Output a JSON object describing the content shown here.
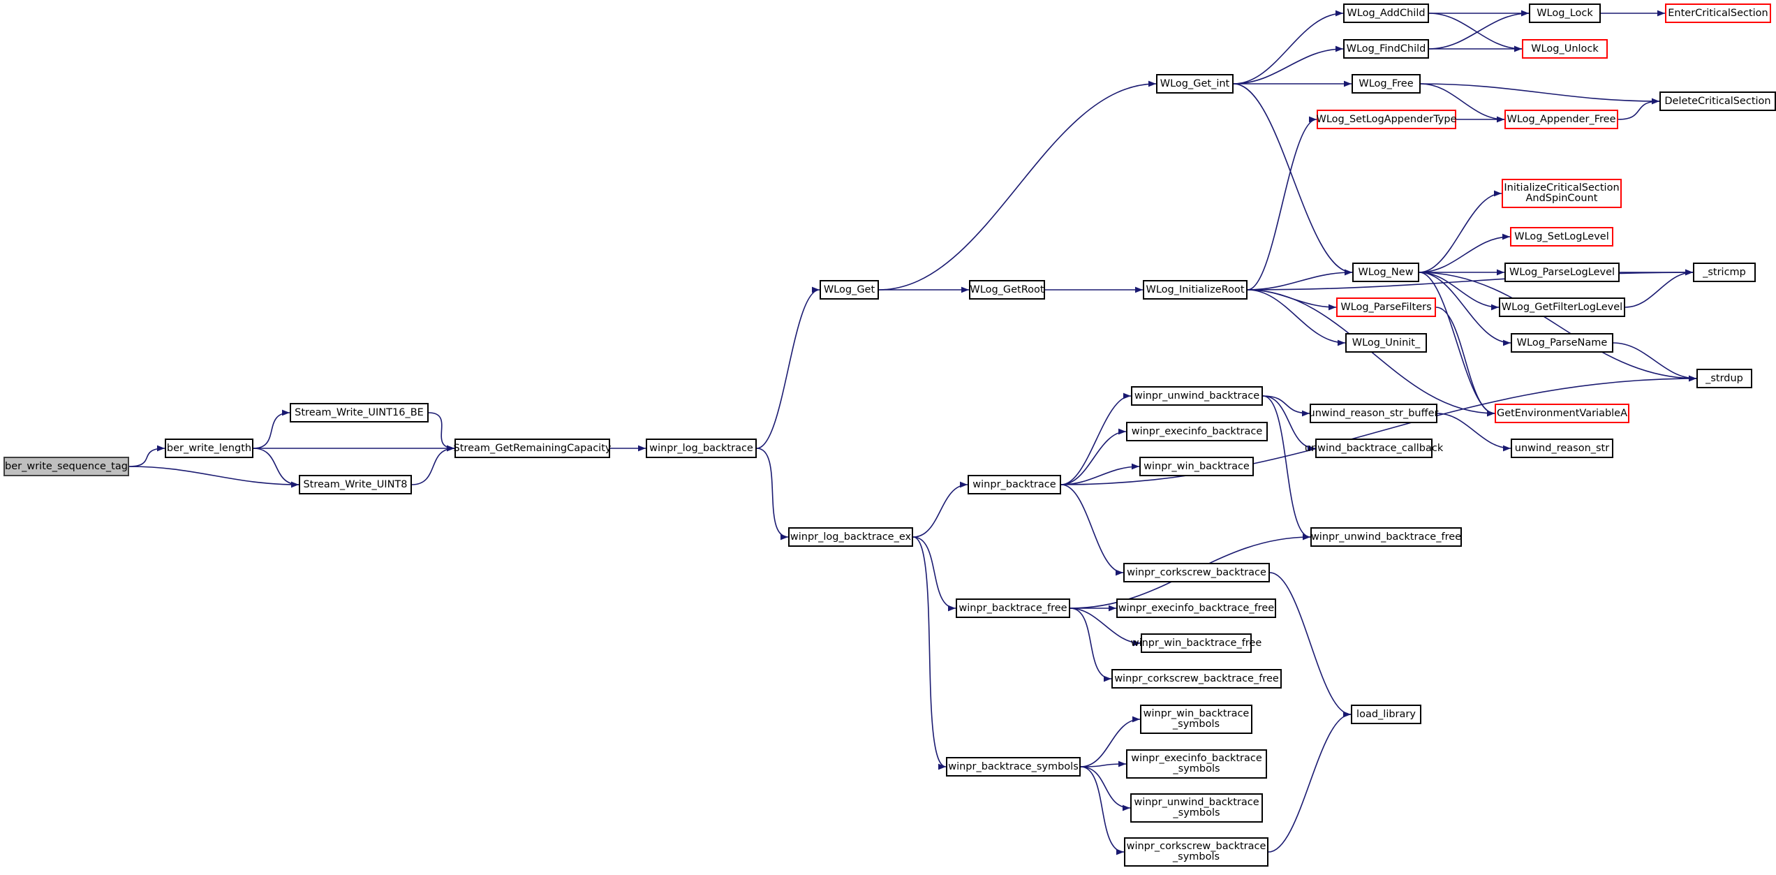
{
  "graph": {
    "edge_color": "#191970",
    "nodes": [
      {
        "id": "n0",
        "label": "ber_write_sequence_tag",
        "current": true
      },
      {
        "id": "n1",
        "label": "ber_write_length"
      },
      {
        "id": "n2",
        "label": "Stream_Write_UINT16_BE"
      },
      {
        "id": "n3",
        "label": "Stream_GetRemainingCapacity"
      },
      {
        "id": "n4",
        "label": "Stream_Write_UINT8"
      },
      {
        "id": "n5",
        "label": "winpr_log_backtrace"
      },
      {
        "id": "n6",
        "label": "WLog_Get"
      },
      {
        "id": "n7",
        "label": "winpr_log_backtrace_ex"
      },
      {
        "id": "n8",
        "label": "WLog_Get_int"
      },
      {
        "id": "n9",
        "label": "WLog_GetRoot"
      },
      {
        "id": "n10",
        "label": "WLog_AddChild"
      },
      {
        "id": "n11",
        "label": "WLog_FindChild"
      },
      {
        "id": "n12",
        "label": "WLog_Free"
      },
      {
        "id": "n13",
        "label": "WLog_New"
      },
      {
        "id": "n14",
        "label": "WLog_Lock"
      },
      {
        "id": "n15",
        "label": "WLog_Unlock",
        "truncated": true
      },
      {
        "id": "n16",
        "label": "EnterCriticalSection",
        "truncated": true
      },
      {
        "id": "n17",
        "label": "DeleteCriticalSection"
      },
      {
        "id": "n18",
        "label": "WLog_Appender_Free",
        "truncated": true
      },
      {
        "id": "n19",
        "label": "InitializeCriticalSection\nAndSpinCount",
        "truncated": true
      },
      {
        "id": "n20",
        "label": "WLog_SetLogLevel",
        "truncated": true
      },
      {
        "id": "n21",
        "label": "WLog_ParseLogLevel"
      },
      {
        "id": "n22",
        "label": "WLog_GetFilterLogLevel"
      },
      {
        "id": "n23",
        "label": "WLog_ParseName"
      },
      {
        "id": "n24",
        "label": "_stricmp"
      },
      {
        "id": "n25",
        "label": "_strdup"
      },
      {
        "id": "n26",
        "label": "GetEnvironmentVariableA",
        "truncated": true
      },
      {
        "id": "n27",
        "label": "WLog_InitializeRoot"
      },
      {
        "id": "n28",
        "label": "WLog_SetLogAppenderType",
        "truncated": true
      },
      {
        "id": "n29",
        "label": "WLog_ParseFilters",
        "truncated": true
      },
      {
        "id": "n30",
        "label": "WLog_Uninit_"
      },
      {
        "id": "n31",
        "label": "winpr_backtrace"
      },
      {
        "id": "n32",
        "label": "winpr_unwind_backtrace"
      },
      {
        "id": "n33",
        "label": "winpr_execinfo_backtrace"
      },
      {
        "id": "n34",
        "label": "winpr_win_backtrace"
      },
      {
        "id": "n35",
        "label": "winpr_corkscrew_backtrace"
      },
      {
        "id": "n36",
        "label": "unwind_reason_str_buffer"
      },
      {
        "id": "n37",
        "label": "unwind_backtrace_callback"
      },
      {
        "id": "n38",
        "label": "winpr_unwind_backtrace_free"
      },
      {
        "id": "n39",
        "label": "unwind_reason_str"
      },
      {
        "id": "n40",
        "label": "load_library"
      },
      {
        "id": "n41",
        "label": "winpr_backtrace_free"
      },
      {
        "id": "n42",
        "label": "winpr_execinfo_backtrace_free"
      },
      {
        "id": "n43",
        "label": "winpr_win_backtrace_free"
      },
      {
        "id": "n44",
        "label": "winpr_corkscrew_backtrace_free"
      },
      {
        "id": "n45",
        "label": "winpr_backtrace_symbols"
      },
      {
        "id": "n46",
        "label": "winpr_win_backtrace\n_symbols"
      },
      {
        "id": "n47",
        "label": "winpr_execinfo_backtrace\n_symbols"
      },
      {
        "id": "n48",
        "label": "winpr_unwind_backtrace\n_symbols"
      },
      {
        "id": "n49",
        "label": "winpr_corkscrew_backtrace\n_symbols"
      }
    ],
    "edges": [
      [
        "n0",
        "n1"
      ],
      [
        "n0",
        "n4"
      ],
      [
        "n1",
        "n2"
      ],
      [
        "n1",
        "n3"
      ],
      [
        "n1",
        "n4"
      ],
      [
        "n2",
        "n3"
      ],
      [
        "n4",
        "n3"
      ],
      [
        "n3",
        "n5"
      ],
      [
        "n5",
        "n6"
      ],
      [
        "n5",
        "n7"
      ],
      [
        "n6",
        "n8"
      ],
      [
        "n6",
        "n9"
      ],
      [
        "n8",
        "n10"
      ],
      [
        "n8",
        "n11"
      ],
      [
        "n8",
        "n12"
      ],
      [
        "n8",
        "n13"
      ],
      [
        "n10",
        "n14"
      ],
      [
        "n10",
        "n15"
      ],
      [
        "n11",
        "n14"
      ],
      [
        "n11",
        "n15"
      ],
      [
        "n14",
        "n16"
      ],
      [
        "n12",
        "n17"
      ],
      [
        "n12",
        "n18"
      ],
      [
        "n18",
        "n17"
      ],
      [
        "n9",
        "n27"
      ],
      [
        "n27",
        "n28"
      ],
      [
        "n27",
        "n24"
      ],
      [
        "n27",
        "n13"
      ],
      [
        "n27",
        "n29"
      ],
      [
        "n27",
        "n30"
      ],
      [
        "n27",
        "n26"
      ],
      [
        "n28",
        "n18"
      ],
      [
        "n13",
        "n19"
      ],
      [
        "n13",
        "n20"
      ],
      [
        "n13",
        "n21"
      ],
      [
        "n13",
        "n22"
      ],
      [
        "n13",
        "n23"
      ],
      [
        "n13",
        "n26"
      ],
      [
        "n13",
        "n25"
      ],
      [
        "n21",
        "n24"
      ],
      [
        "n22",
        "n24"
      ],
      [
        "n23",
        "n25"
      ],
      [
        "n29",
        "n26"
      ],
      [
        "n7",
        "n31"
      ],
      [
        "n7",
        "n41"
      ],
      [
        "n7",
        "n45"
      ],
      [
        "n31",
        "n32"
      ],
      [
        "n31",
        "n33"
      ],
      [
        "n31",
        "n34"
      ],
      [
        "n31",
        "n35"
      ],
      [
        "n31",
        "n25"
      ],
      [
        "n32",
        "n36"
      ],
      [
        "n32",
        "n37"
      ],
      [
        "n32",
        "n38"
      ],
      [
        "n36",
        "n39"
      ],
      [
        "n35",
        "n40"
      ],
      [
        "n41",
        "n38"
      ],
      [
        "n41",
        "n42"
      ],
      [
        "n41",
        "n43"
      ],
      [
        "n41",
        "n44"
      ],
      [
        "n45",
        "n46"
      ],
      [
        "n45",
        "n47"
      ],
      [
        "n45",
        "n48"
      ],
      [
        "n45",
        "n49"
      ],
      [
        "n49",
        "n40"
      ]
    ]
  }
}
